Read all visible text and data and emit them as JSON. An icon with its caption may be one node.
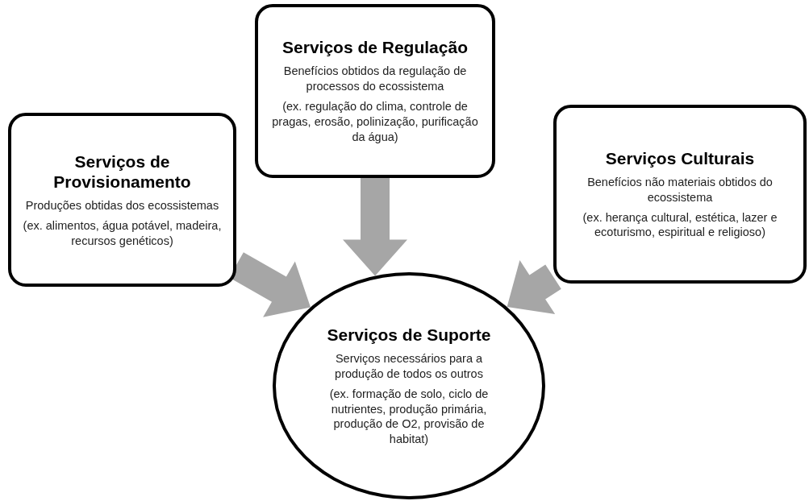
{
  "diagram": {
    "nodes": [
      {
        "text": [
          "Serviços de Regulação",
          "Benefícios obtidos da regulação de processos do ecossistema",
          "(ex. regulação do clima, controle de pragas, erosão, polinização, purificação da água)"
        ]
      },
      {
        "text": [
          "Serviços de Provisionamento",
          "Produções obtidas dos ecossistemas",
          "(ex. alimentos, água potável, madeira, recursos genéticos)"
        ]
      },
      {
        "text": [
          "Serviços Culturais",
          "Benefícios não materiais obtidos do ecossistema",
          "(ex. herança cultural, estética, lazer e ecoturismo, espiritual e religioso)"
        ]
      },
      {
        "text": [
          "Serviços de Suporte",
          "Serviços necessários para a produção de todos os outros",
          "(ex. formação de solo, ciclo de nutrientes, produção primária, produção de O2, provisão de habitat)"
        ]
      }
    ],
    "edges": [
      {
        "from": 0,
        "to": 3,
        "arrow": "to",
        "style": "thick"
      },
      {
        "from": 1,
        "to": 3,
        "arrow": "to",
        "style": "thick"
      },
      {
        "from": 2,
        "to": 3,
        "arrow": "to",
        "style": "thick"
      }
    ]
  }
}
